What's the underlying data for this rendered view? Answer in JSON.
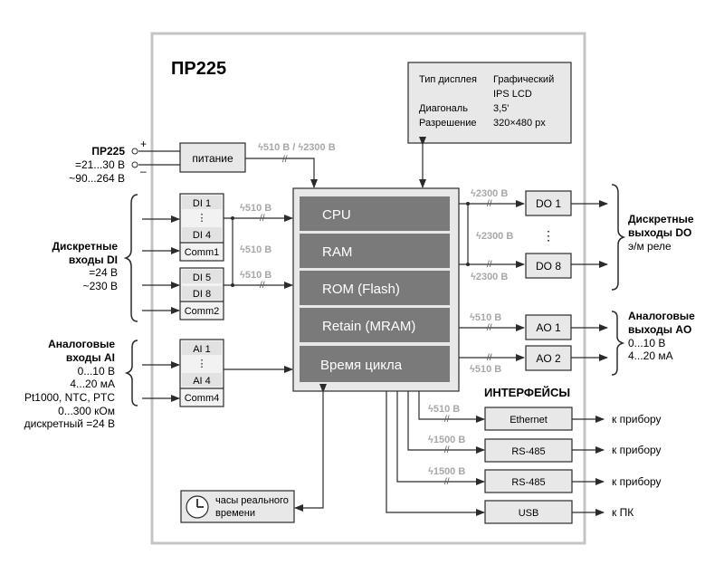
{
  "title": "ПР225",
  "display_info": {
    "rows": [
      {
        "label": "Тип дисплея",
        "value": "Графический"
      },
      {
        "label": "",
        "value": "IPS LCD"
      },
      {
        "label": "Диагональ",
        "value": "3,5'"
      },
      {
        "label": "Разрешение",
        "value": "320×480 px"
      }
    ]
  },
  "power": {
    "ext_lines": [
      "ПР225",
      "=21...30 В",
      "~90...264 В"
    ],
    "plus": "+",
    "minus": "–",
    "block": "питание",
    "isolation": "510 В / 2300 В",
    "iso_a": "510 В",
    "iso_b": "2300 В"
  },
  "di": {
    "ext_lines": [
      "Дискретные",
      "входы DI",
      "=24 В",
      "~230 В"
    ],
    "group1": [
      "DI 1",
      "DI 4",
      "Comm1"
    ],
    "group2": [
      "DI 5",
      "DI 8",
      "Comm2"
    ],
    "iso": [
      "510 В",
      "510 В",
      "510 В"
    ]
  },
  "ai": {
    "ext_lines": [
      "Аналоговые",
      "входы AI",
      "0...10 В",
      "4...20 мА",
      "Pt1000, NTC, PTC",
      "0...300 кОм",
      "дискретный =24 В"
    ],
    "group": [
      "AI 1",
      "AI 4",
      "Comm4"
    ]
  },
  "cpu_blocks": [
    "CPU",
    "RAM",
    "ROM (Flash)",
    "Retain (MRAM)",
    "Время цикла"
  ],
  "do": {
    "blocks": [
      "DO 1",
      "DO 8"
    ],
    "iso": [
      "2300 В",
      "2300 В",
      "2300 В"
    ],
    "ext_lines": [
      "Дискретные",
      "выходы DO",
      "э/м реле"
    ]
  },
  "ao": {
    "blocks": [
      "AO 1",
      "AO 2"
    ],
    "iso": [
      "510 В",
      "510 В"
    ],
    "ext_lines": [
      "Аналоговые",
      "выходы AO",
      "0...10 В",
      "4...20 мА"
    ]
  },
  "interfaces": {
    "heading": "ИНТЕРФЕЙСЫ",
    "items": [
      {
        "name": "Ethernet",
        "iso": "510 В",
        "target": "к прибору"
      },
      {
        "name": "RS-485",
        "iso": "1500 В",
        "target": "к прибору"
      },
      {
        "name": "RS-485",
        "iso": "1500 В",
        "target": "к прибору"
      },
      {
        "name": "USB",
        "iso": "",
        "target": "к ПК"
      }
    ]
  },
  "rtc": {
    "lines": [
      "часы реального",
      "времени"
    ]
  },
  "colors": {
    "frame": "#c4c4c4",
    "block_fill": "#e8e8e8",
    "cpu_fill": "#7a7a7a",
    "iso_text": "#a8a8a8",
    "line": "#2b2b2b"
  }
}
